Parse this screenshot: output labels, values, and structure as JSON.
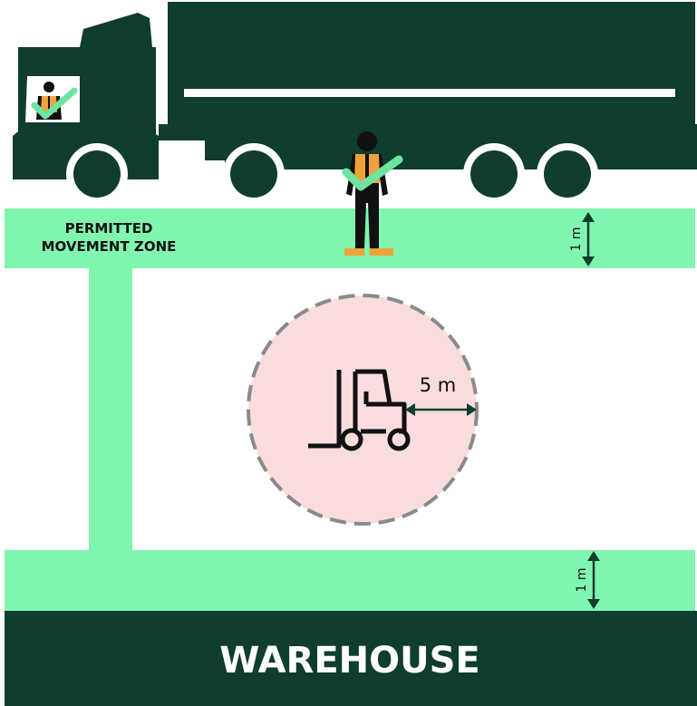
{
  "labels": {
    "zone_line1": "PERMITTED",
    "zone_line2": "MOVEMENT ZONE",
    "top_clearance": "1 m",
    "bottom_clearance": "1 m",
    "exclusion_radius": "5 m",
    "building": "WAREHOUSE"
  },
  "colors": {
    "dark": "#0f3d2e",
    "zone": "#80f5b0",
    "exclusion": "#f9dcdc",
    "exclusion_border": "#8a8a8a",
    "vest": "#f0a23a",
    "check": "#6fe3a0",
    "black": "#111111"
  }
}
